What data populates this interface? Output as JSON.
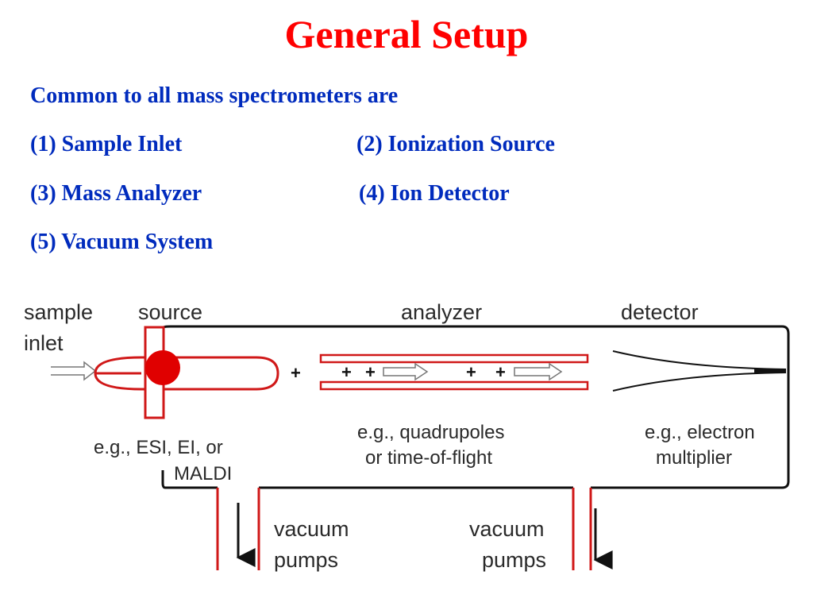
{
  "title": "General Setup",
  "intro": "Common to all mass spectrometers are",
  "components": [
    "(1) Sample Inlet",
    "(2) Ionization Source",
    "(3) Mass Analyzer",
    "(4) Ion Detector",
    "(5) Vacuum System"
  ],
  "diagram": {
    "sample_inlet": [
      "sample",
      "inlet"
    ],
    "source": "source",
    "analyzer": "analyzer",
    "detector": "detector",
    "source_examples": [
      "e.g., ESI, EI, or",
      "MALDI"
    ],
    "analyzer_examples": [
      "e.g., quadrupoles",
      "or time-of-flight"
    ],
    "detector_examples": [
      "e.g., electron",
      "multiplier"
    ],
    "pumps_left": [
      "vacuum",
      "pumps"
    ],
    "pumps_right": [
      "vacuum",
      "pumps"
    ],
    "plus_sign": "+",
    "colors": {
      "accent": "#d01818",
      "outline": "#111111",
      "text": "#2a2a2a"
    }
  }
}
